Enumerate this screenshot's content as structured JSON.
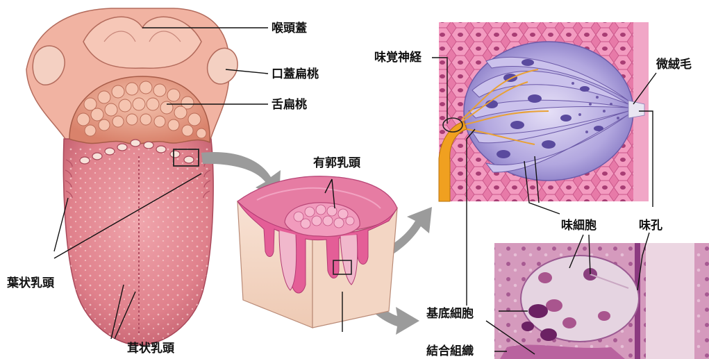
{
  "labels": {
    "epiglottis": "喉頭蓋",
    "palatine_tonsil": "口蓋扁桃",
    "lingual_tonsil": "舌扁桃",
    "foliate_papillae": "葉状乳頭",
    "fungiform_papillae": "茸状乳頭",
    "circumvallate_papilla": "有郭乳頭",
    "gustatory_nerve": "味覚神経",
    "microvilli": "微絨毛",
    "taste_cells": "味細胞",
    "taste_pore": "味孔",
    "basal_cells": "基底細胞",
    "connective_tissue": "結合組織"
  },
  "colors": {
    "tongue": "#e57f8a",
    "tongue_dark": "#c85a6a",
    "tonsil": "#e39a80",
    "papilla_pink": "#e36f9a",
    "tissue_cream": "#f4d9c8",
    "bud_purple": "#9b8fcf",
    "bud_light": "#d9d2f0",
    "nerve": "#f0a020",
    "arrow_gray": "#9a9a9a",
    "histology_pink": "#c77ca8",
    "histology_purple": "#7a3b82"
  }
}
